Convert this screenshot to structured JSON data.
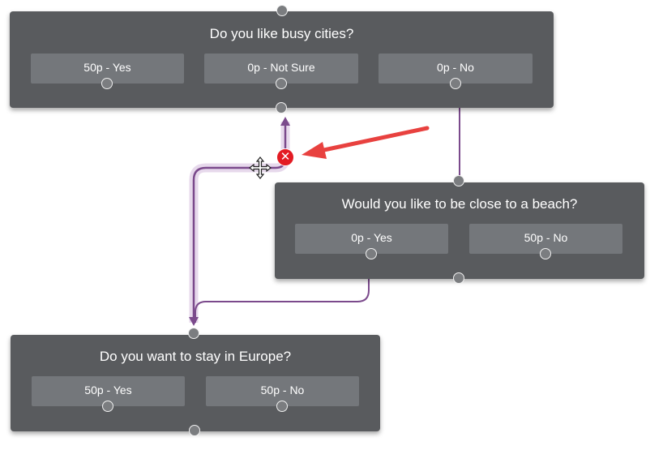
{
  "nodes": {
    "cities": {
      "title": "Do you like busy cities?",
      "options": [
        "50p - Yes",
        "0p - Not Sure",
        "0p - No"
      ]
    },
    "beach": {
      "title": "Would you like to be close to a beach?",
      "options": [
        "0p - Yes",
        "50p - No"
      ]
    },
    "europe": {
      "title": "Do you want to stay in Europe?",
      "options": [
        "50p - Yes",
        "50p - No"
      ]
    }
  },
  "delete_button_glyph": "✕",
  "colors": {
    "node_bg": "#595b5e",
    "option_bg": "#74777b",
    "wire": "#7b4a8c",
    "wire_highlight": "#e7d9ec",
    "delete": "#e31b23",
    "callout_arrow": "#e8413f"
  },
  "icons": {
    "delete": "close-circle-icon",
    "cursor": "move-cursor-icon",
    "callout": "red-arrow-icon"
  }
}
